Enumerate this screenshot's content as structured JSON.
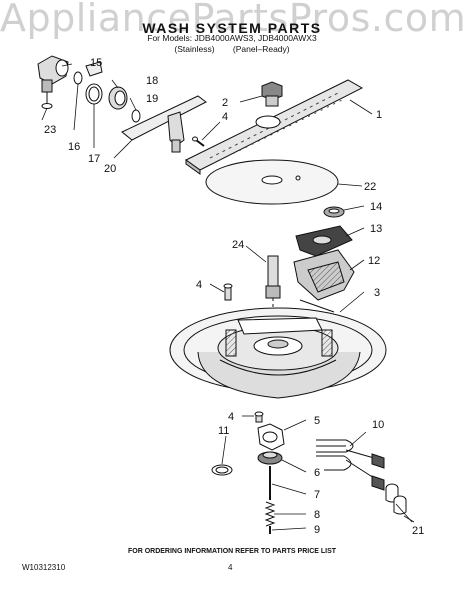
{
  "watermark": "AppliancePartsPros.com",
  "header": {
    "title": "WASH SYSTEM PARTS",
    "models": "For Models: JDB4000AWS3, JDB4000AWX3",
    "variant_stainless": "(Stainless)",
    "variant_panel": "(Panel–Ready)"
  },
  "callouts": {
    "c1": "1",
    "c2": "2",
    "c3": "3",
    "c4a": "4",
    "c4b": "4",
    "c4c": "4",
    "c5": "5",
    "c6": "6",
    "c7": "7",
    "c8": "8",
    "c9": "9",
    "c10": "10",
    "c11": "11",
    "c12": "12",
    "c13": "13",
    "c14": "14",
    "c15": "15",
    "c16": "16",
    "c17": "17",
    "c18": "18",
    "c19": "19",
    "c20": "20",
    "c21": "21",
    "c22": "22",
    "c23": "23",
    "c24": "24"
  },
  "footer": {
    "ordering_info": "FOR ORDERING INFORMATION REFER TO PARTS PRICE LIST",
    "doc_id": "W10312310",
    "page": "4"
  }
}
